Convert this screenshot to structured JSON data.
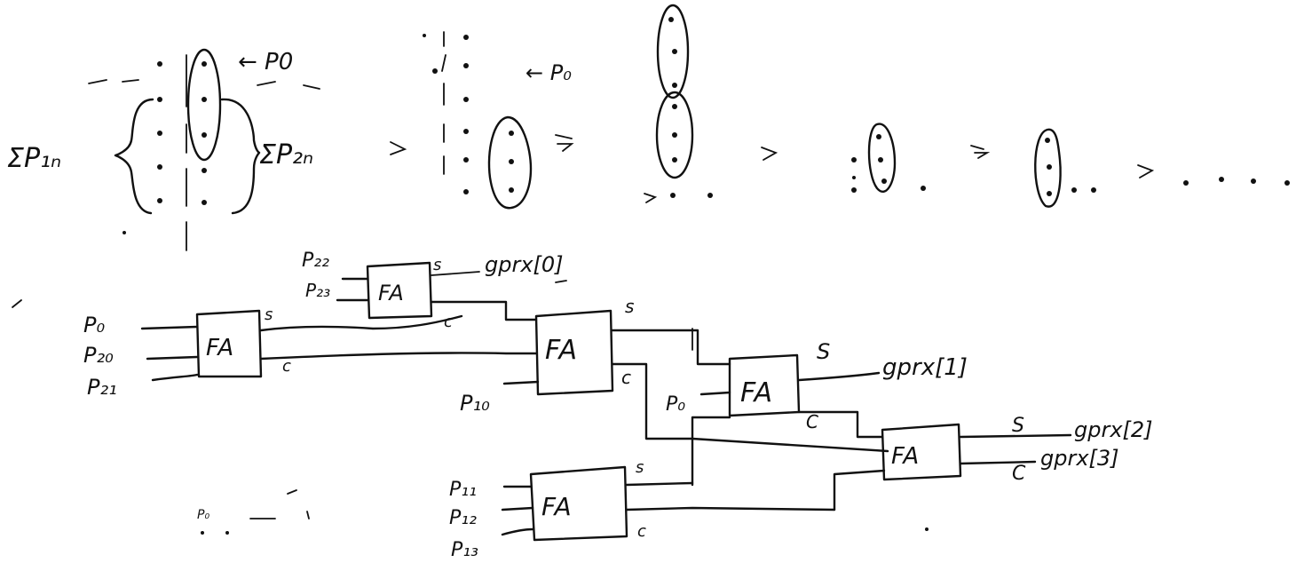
{
  "top": {
    "sum_p1n": "ΣP₁ₙ",
    "sum_p2n": "ΣP₂ₙ",
    "p0_arrow": "← P0",
    "p0_arrow_2": "← P₀"
  },
  "circuit": {
    "fa_label": "FA",
    "inputs_main": [
      "P₀",
      "P₂₀",
      "P₂₁"
    ],
    "inputs_top": [
      "P₂₂",
      "P₂₃"
    ],
    "input_p10": "P₁₀",
    "input_p0": "P₀",
    "inputs_bottom": [
      "P₁₁",
      "P₁₂",
      "P₁₃"
    ],
    "small_p0": "P₀",
    "outputs": {
      "gprx0": "gprx[0]",
      "gprx1": "gprx[1]",
      "gprx2": "gprx[2]",
      "gprx3": "gprx[3]"
    },
    "port_s": "S",
    "port_c": "C",
    "port_s_small": "s",
    "port_c_small": "c"
  }
}
